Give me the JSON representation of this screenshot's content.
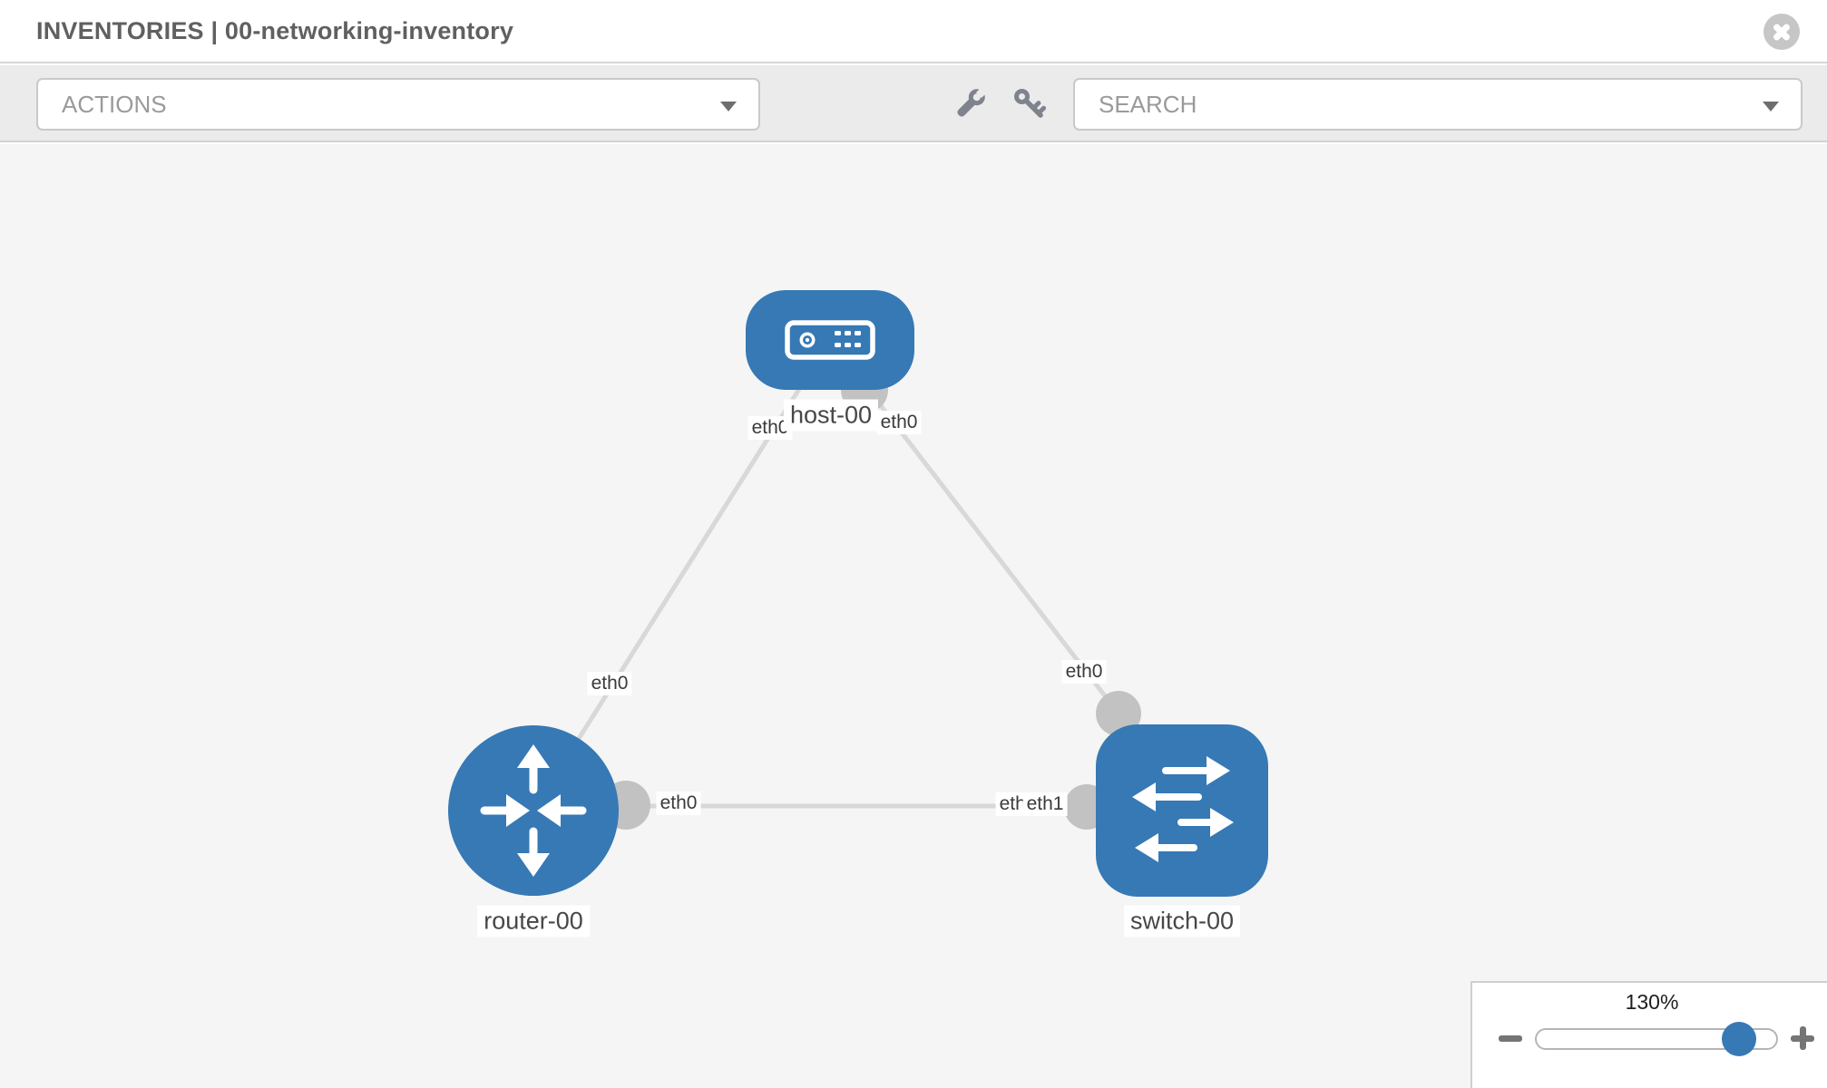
{
  "header": {
    "title": "INVENTORIES | 00-networking-inventory"
  },
  "toolbar": {
    "actions_label": "ACTIONS",
    "search_placeholder": "SEARCH"
  },
  "topology": {
    "nodes": [
      {
        "name": "host-00",
        "type": "host"
      },
      {
        "name": "router-00",
        "type": "router"
      },
      {
        "name": "switch-00",
        "type": "switch"
      }
    ],
    "links": [
      {
        "from": "host-00",
        "from_if": "eth0",
        "to": "router-00",
        "to_if": "eth0"
      },
      {
        "from": "host-00",
        "from_if": "eth0",
        "to": "switch-00",
        "to_if": "eth0"
      },
      {
        "from": "router-00",
        "from_if": "eth0",
        "to": "switch-00",
        "to_if": "eth1"
      }
    ],
    "clipped_label": "eth0"
  },
  "zoom_control": {
    "level": "130%"
  },
  "colors": {
    "node_blue": "#3679b5",
    "link_gray": "#d8d8d8",
    "interface_gray": "#c2c2c2",
    "canvas_bg": "#f5f5f5"
  }
}
